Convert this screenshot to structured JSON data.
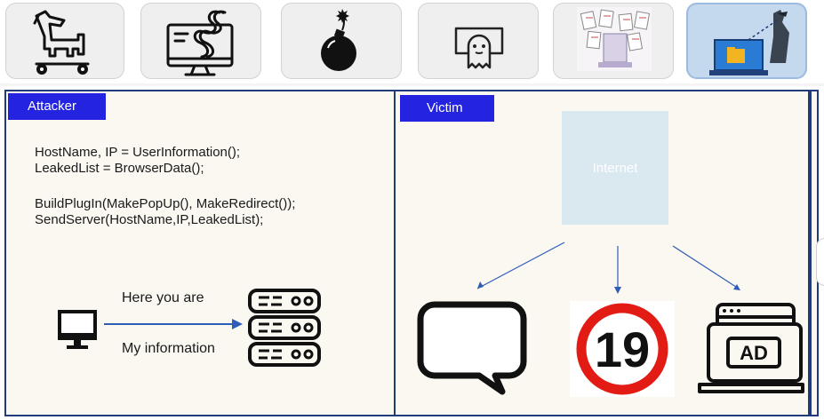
{
  "tabs": [
    {
      "icon": "trojan-horse-icon",
      "active": false
    },
    {
      "icon": "worm-monitor-icon",
      "active": false
    },
    {
      "icon": "bomb-icon",
      "active": false
    },
    {
      "icon": "ghost-screen-icon",
      "active": false
    },
    {
      "icon": "spam-documents-icon",
      "active": false
    },
    {
      "icon": "spy-laptop-icon",
      "active": true
    }
  ],
  "attacker": {
    "tag": "Attacker",
    "code_lines": [
      "HostName, IP = UserInformation();",
      "LeakedList = BrowserData();",
      "BuildPlugIn(MakePopUp(), MakeRedirect());",
      "SendServer(HostName,IP,LeakedList);"
    ],
    "flow": {
      "top_label": "Here you are",
      "bottom_label": "My information",
      "source_icon": "desktop-computer-icon",
      "target_icon": "server-rack-icon"
    }
  },
  "victim": {
    "tag": "Victim",
    "internet_label": "Internet",
    "outputs": [
      {
        "icon": "speech-bubble-icon"
      },
      {
        "icon": "age-19-restricted-icon",
        "text": "19"
      },
      {
        "icon": "ad-laptop-icon",
        "text": "AD"
      }
    ]
  },
  "colors": {
    "tag_blue": "#2323e0",
    "border_navy": "#203b7a",
    "panel_bg": "#fbf8f1",
    "arrow_blue": "#2e5db8",
    "restricted_red": "#e21b14"
  }
}
